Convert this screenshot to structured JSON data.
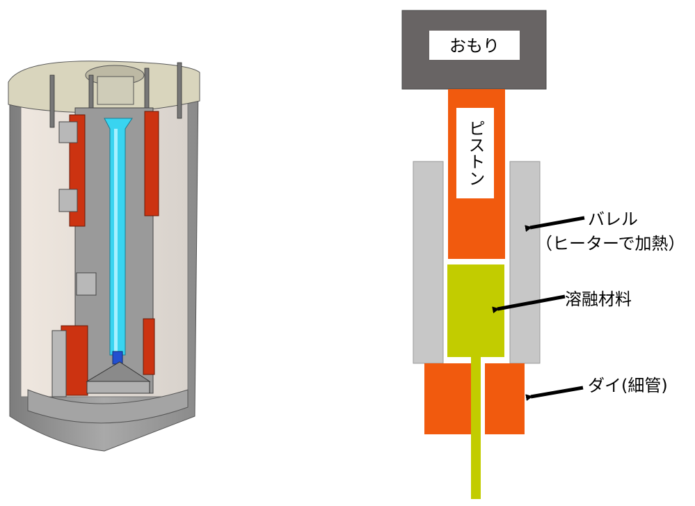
{
  "labels": {
    "weight": "おもり",
    "piston": "ピストン",
    "barrel_line1": "バレル",
    "barrel_line2": "（ヒーターで加熱）",
    "melt": "溶融材料",
    "die": "ダイ(細管)"
  },
  "colors": {
    "weight": "#686464",
    "piston": "#f15a0e",
    "barrel": "#c7c7c7",
    "melt": "#c2cc00",
    "die": "#f15a0e",
    "cad_red": "#cc3311",
    "cad_cyan": "#39d4f0",
    "cad_blue": "#2350d0",
    "cad_beige": "#d9d5bd",
    "cad_gray": "#9a9a9a",
    "arrow": "#000000"
  }
}
